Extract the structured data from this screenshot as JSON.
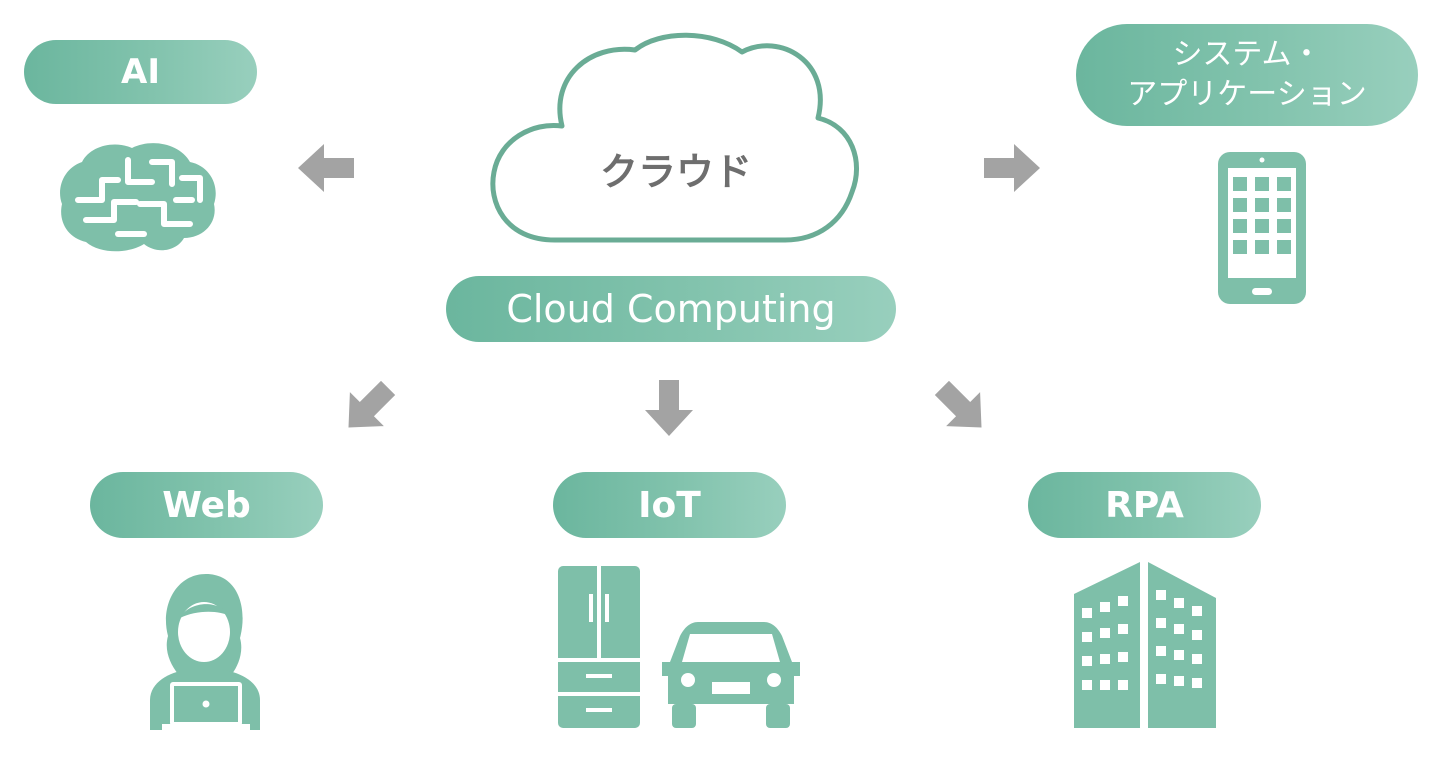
{
  "cloud": {
    "label": "クラウド"
  },
  "center": {
    "label": "Cloud Computing"
  },
  "nodes": {
    "ai": {
      "label": "AI"
    },
    "system": {
      "line1": "システム・",
      "line2": "アプリケーション"
    },
    "web": {
      "label": "Web"
    },
    "iot": {
      "label": "IoT"
    },
    "rpa": {
      "label": "RPA"
    }
  },
  "icons": {
    "ai": "brain-icon",
    "system": "tablet-icon",
    "web": "person-laptop-icon",
    "iot": [
      "refrigerator-icon",
      "car-icon"
    ],
    "rpa": "office-building-icon"
  },
  "colors": {
    "accent": "#7ebfa9",
    "cloud_stroke": "#6aac95",
    "arrow": "#a3a3a3",
    "label_text": "#6e6e6e"
  }
}
